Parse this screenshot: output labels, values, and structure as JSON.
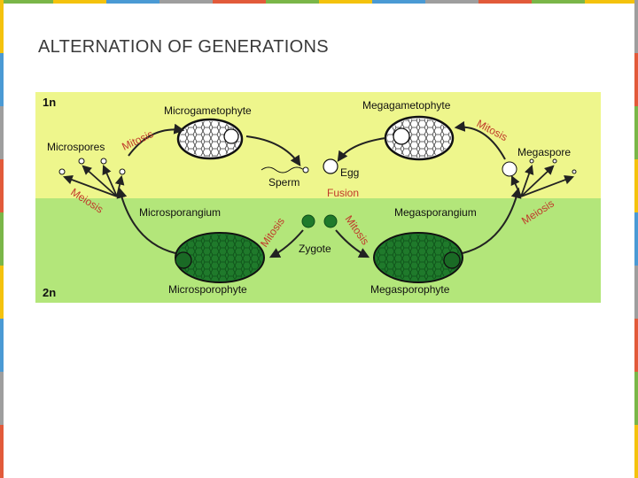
{
  "slide": {
    "title": "ALTERNATION OF GENERATIONS"
  },
  "diagram": {
    "ploidy_top": "1n",
    "ploidy_bottom": "2n",
    "labels": {
      "microgametophyte": "Microgametophyte",
      "megagametophyte": "Megagametophyte",
      "microspores": "Microspores",
      "megaspore": "Megaspore",
      "sperm": "Sperm",
      "egg": "Egg",
      "fusion": "Fusion",
      "microsporangium": "Microsporangium",
      "megasporangium": "Megasporangium",
      "zygote": "Zygote",
      "microsporophyte": "Microsporophyte",
      "megasporophyte": "Megasporophyte",
      "mitosis": "Mitosis",
      "meiosis": "Meiosis"
    }
  },
  "colors": {
    "haploid_band": "#eef68c",
    "diploid_band": "#b3e67a",
    "sporophyte": "#1f7a2b",
    "process_text": "#c0392b",
    "arrow": "#222222",
    "edge_palette": [
      "#7ab648",
      "#f4c20d",
      "#4a9ad4",
      "#9e9e9e",
      "#e25a3a"
    ]
  }
}
